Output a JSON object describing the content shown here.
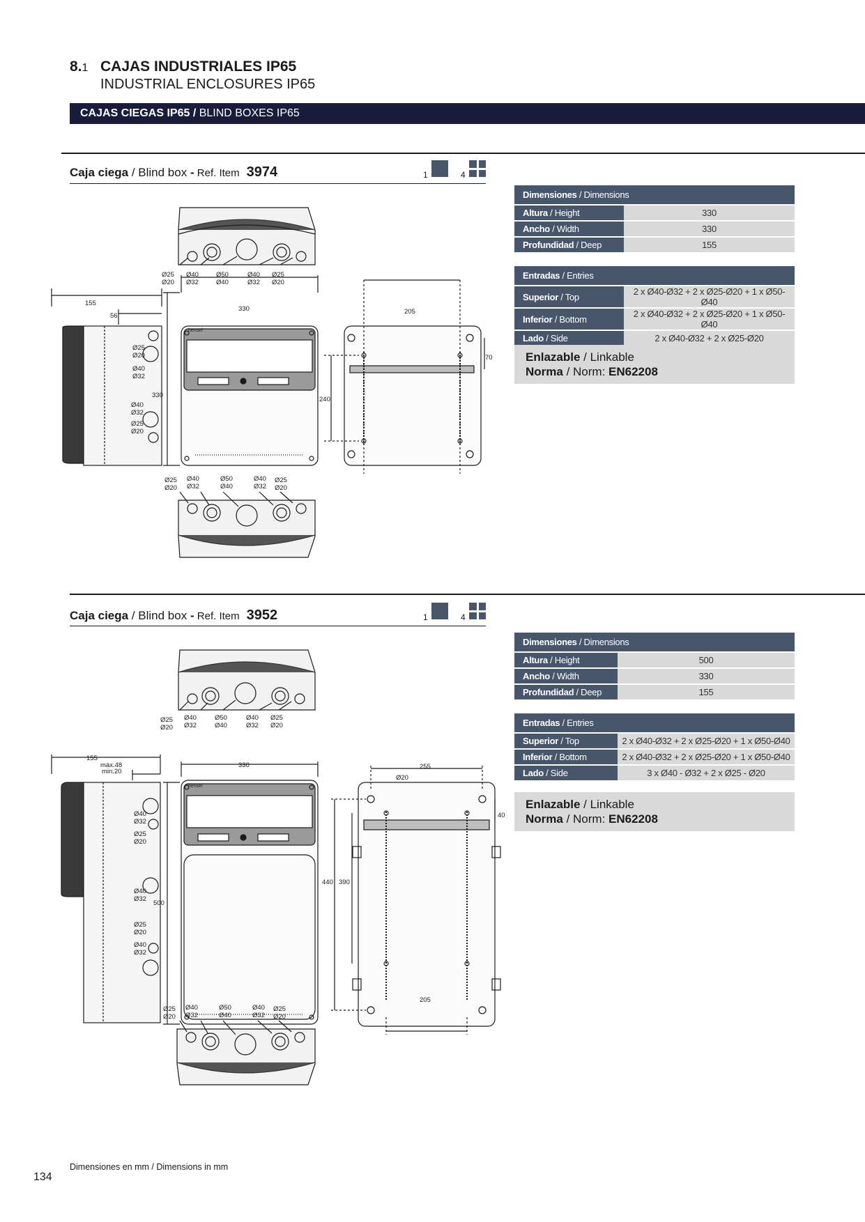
{
  "section": {
    "number": "8.",
    "number_sub": "1",
    "title": "CAJAS INDUSTRIALES IP65",
    "subtitle": "INDUSTRIAL ENCLOSURES IP65",
    "banner_bold": "CAJAS CIEGAS IP65 /",
    "banner_normal": " BLIND BOXES IP65"
  },
  "products": [
    {
      "head_bold1": "Caja ciega",
      "head_normal": " / Blind box ",
      "head_bold2": "-",
      "head_small": " Ref. Item",
      "ref": "3974",
      "pack1": "1",
      "pack4": "4",
      "dimensions_header_bold": "Dimensiones",
      "dimensions_header_normal": " / Dimensions",
      "dimensions": [
        {
          "key_bold": "Altura",
          "key_normal": " / Height",
          "value": "330"
        },
        {
          "key_bold": "Ancho",
          "key_normal": " / Width",
          "value": "330"
        },
        {
          "key_bold": "Profundidad",
          "key_normal": " / Deep",
          "value": "155"
        }
      ],
      "entries_header_bold": "Entradas",
      "entries_header_normal": " / Entries",
      "entries": [
        {
          "key_bold": "Superior",
          "key_normal": " / Top",
          "value": "2 x Ø40-Ø32 + 2 x Ø25-Ø20 + 1 x Ø50-Ø40"
        },
        {
          "key_bold": "Inferior",
          "key_normal": " / Bottom",
          "value": "2 x Ø40-Ø32 + 2 x Ø25-Ø20 + 1 x Ø50-Ø40"
        },
        {
          "key_bold": "Lado",
          "key_normal": " / Side",
          "value": "2 x Ø40-Ø32 + 2 x Ø25-Ø20"
        }
      ],
      "note_line1_bold": "Enlazable",
      "note_line1_normal": " / Linkable",
      "note_line2_bold": "Norma",
      "note_line2_normal": " / Norm: ",
      "note_line2_value": "EN62208",
      "drawing": {
        "top_labels": [
          "Ø25",
          "Ø20",
          "Ø40",
          "Ø32",
          "Ø50",
          "Ø40",
          "Ø40",
          "Ø32",
          "Ø25",
          "Ø20"
        ],
        "bottom_labels": [
          "Ø25",
          "Ø20",
          "Ø40",
          "Ø32",
          "Ø50",
          "Ø40",
          "Ø40",
          "Ø32",
          "Ø25",
          "Ø20"
        ],
        "side_labels": [
          "Ø25",
          "Ø20",
          "Ø40",
          "Ø32",
          "Ø40",
          "Ø32",
          "Ø25",
          "Ø20"
        ],
        "dim_depth": "155",
        "dim_side": "56",
        "dim_width": "330",
        "dim_height": "330",
        "dim_back_width": "205",
        "dim_back_height": "240",
        "dim_back_top": "70",
        "brand": "hensel"
      }
    },
    {
      "head_bold1": "Caja ciega",
      "head_normal": " / Blind box ",
      "head_bold2": "-",
      "head_small": " Ref. Item",
      "ref": "3952",
      "pack1": "1",
      "pack4": "4",
      "dimensions_header_bold": "Dimensiones",
      "dimensions_header_normal": " / Dimensions",
      "dimensions": [
        {
          "key_bold": "Altura",
          "key_normal": " / Height",
          "value": "500"
        },
        {
          "key_bold": "Ancho",
          "key_normal": " / Width",
          "value": "330"
        },
        {
          "key_bold": "Profundidad",
          "key_normal": " / Deep",
          "value": "155"
        }
      ],
      "entries_header_bold": "Entradas",
      "entries_header_normal": " / Entries",
      "entries": [
        {
          "key_bold": "Superior",
          "key_normal": " / Top",
          "value": "2 x Ø40-Ø32 + 2 x Ø25-Ø20 + 1 x Ø50-Ø40"
        },
        {
          "key_bold": "Inferior",
          "key_normal": " / Bottom",
          "value": "2 x Ø40-Ø32 + 2 x Ø25-Ø20 + 1 x Ø50-Ø40"
        },
        {
          "key_bold": "Lado",
          "key_normal": " / Side",
          "value": "3 x Ø40 - Ø32 + 2 x Ø25 - Ø20"
        }
      ],
      "note_line1_bold": "Enlazable",
      "note_line1_normal": " / Linkable",
      "note_line2_bold": "Norma",
      "note_line2_normal": " / Norm: ",
      "note_line2_value": "EN62208",
      "drawing": {
        "top_labels": [
          "Ø25",
          "Ø20",
          "Ø40",
          "Ø32",
          "Ø50",
          "Ø40",
          "Ø40",
          "Ø32",
          "Ø25",
          "Ø20"
        ],
        "bottom_labels": [
          "Ø25",
          "Ø20",
          "Ø40",
          "Ø32",
          "Ø50",
          "Ø40",
          "Ø40",
          "Ø32",
          "Ø25",
          "Ø20"
        ],
        "side_labels": [
          "Ø40",
          "Ø32",
          "Ø25",
          "Ø20",
          "Ø40",
          "Ø32",
          "Ø25",
          "Ø20",
          "Ø40",
          "Ø32"
        ],
        "dim_depth": "155",
        "dim_side_max": "máx.48",
        "dim_side_min": "min.20",
        "dim_width": "330",
        "dim_height": "500",
        "dim_back_width": "255",
        "dim_back_bottom": "205",
        "dim_back_height1": "440",
        "dim_back_height2": "390",
        "dim_back_top": "40",
        "dim_hole": "Ø20",
        "brand": "hensel"
      }
    }
  ],
  "footer": {
    "note_normal1": "Dimensiones en mm",
    "note_normal2": " / Dimensions in mm",
    "page": "134"
  },
  "colors": {
    "banner": "#191c3a",
    "table_key": "#48566b",
    "table_value": "#d9d9d9"
  }
}
